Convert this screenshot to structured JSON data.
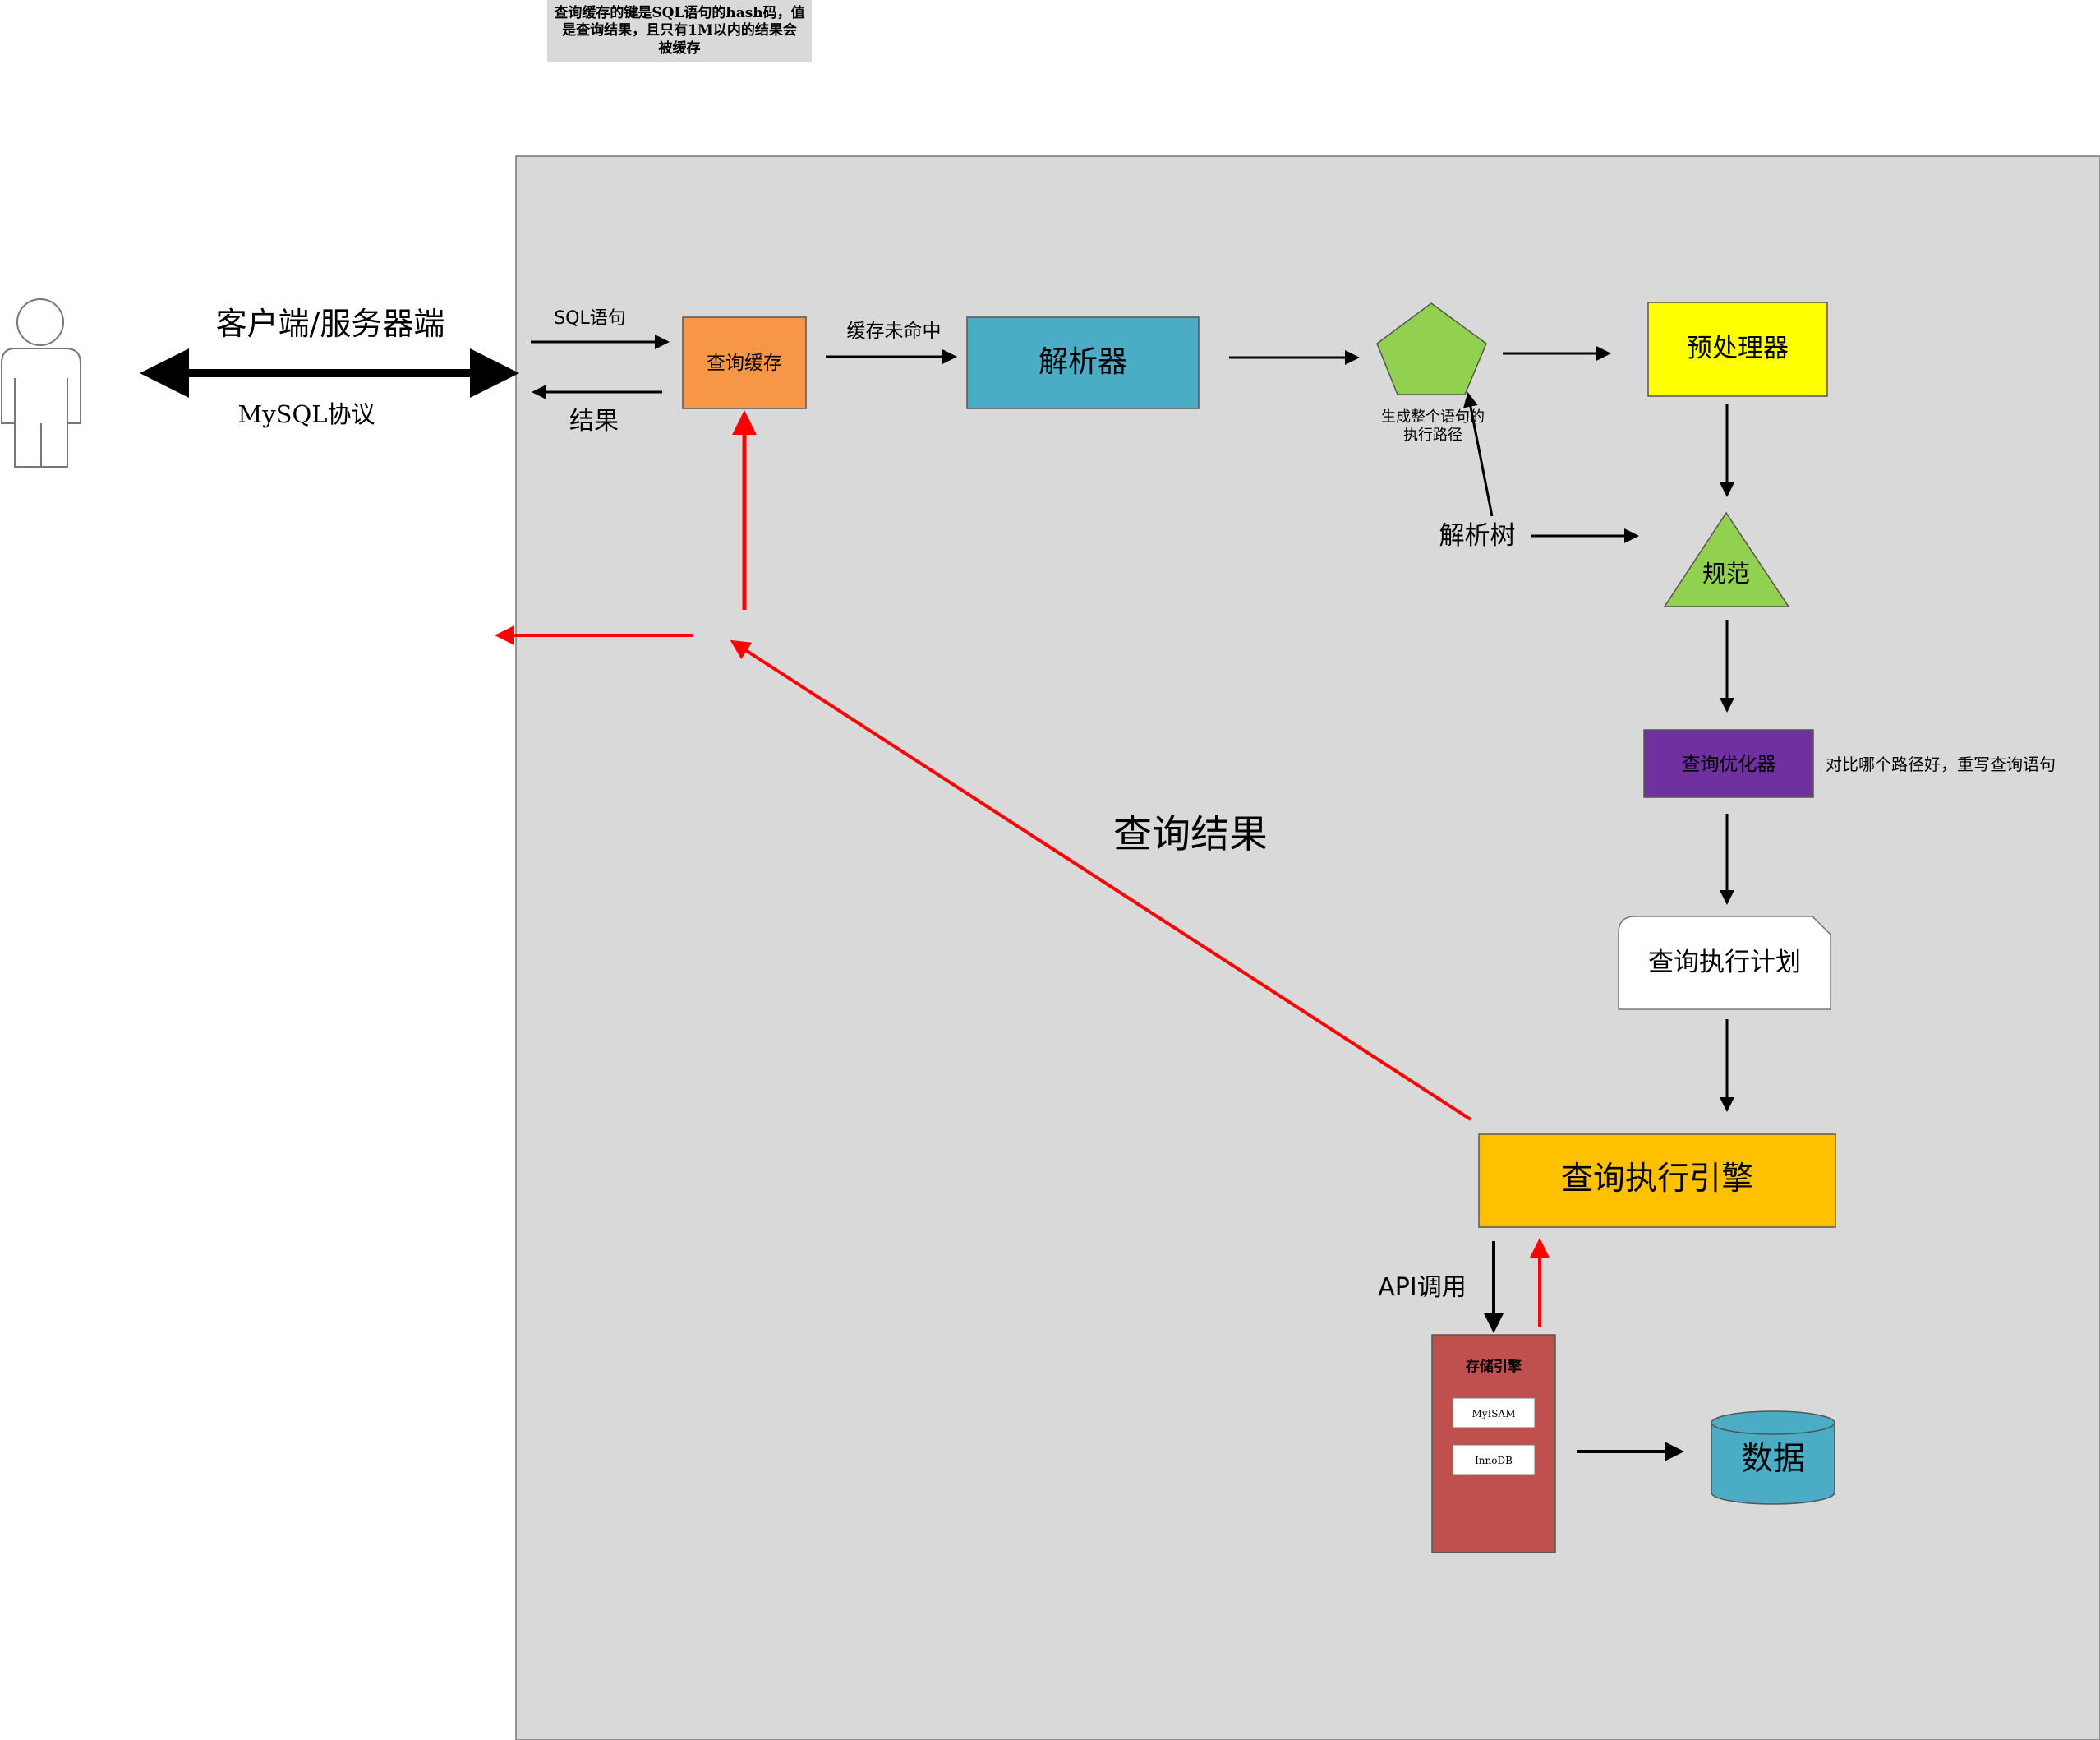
{
  "note": {
    "line1": "查询缓存的键是SQL语句的hash码，值",
    "line2": "是查询结果，且只有1M以内的结果会",
    "line3": "被缓存"
  },
  "client": {
    "title": "客户端/服务器端",
    "protocol": "MySQL协议"
  },
  "labels": {
    "sql_statement": "SQL语句",
    "result": "结果",
    "cache_miss": "缓存未命中",
    "parse_tree": "解析树",
    "query_result": "查询结果",
    "api_call": "API调用",
    "gen_path_1": "生成整个语句的",
    "gen_path_2": "执行路径",
    "optimizer_note": "对比哪个路径好，重写查询语句"
  },
  "nodes": {
    "query_cache": "查询缓存",
    "parser": "解析器",
    "preprocessor": "预处理器",
    "normalize": "规范",
    "optimizer": "查询优化器",
    "exec_plan": "查询执行计划",
    "exec_engine": "查询执行引擎",
    "storage_engine": "存储引擎",
    "myisam": "MyISAM",
    "innodb": "InnoDB",
    "data": "数据"
  },
  "colors": {
    "server_bg": "#d9d9d9",
    "query_cache": "#f79646",
    "parser": "#4bacc6",
    "pentagon": "#92d050",
    "preprocessor": "#ffff00",
    "normalize": "#92d050",
    "optimizer": "#7030a0",
    "exec_engine": "#ffc000",
    "storage_engine": "#c0504d",
    "data": "#4bacc6",
    "return_arrow": "#ff0000"
  }
}
